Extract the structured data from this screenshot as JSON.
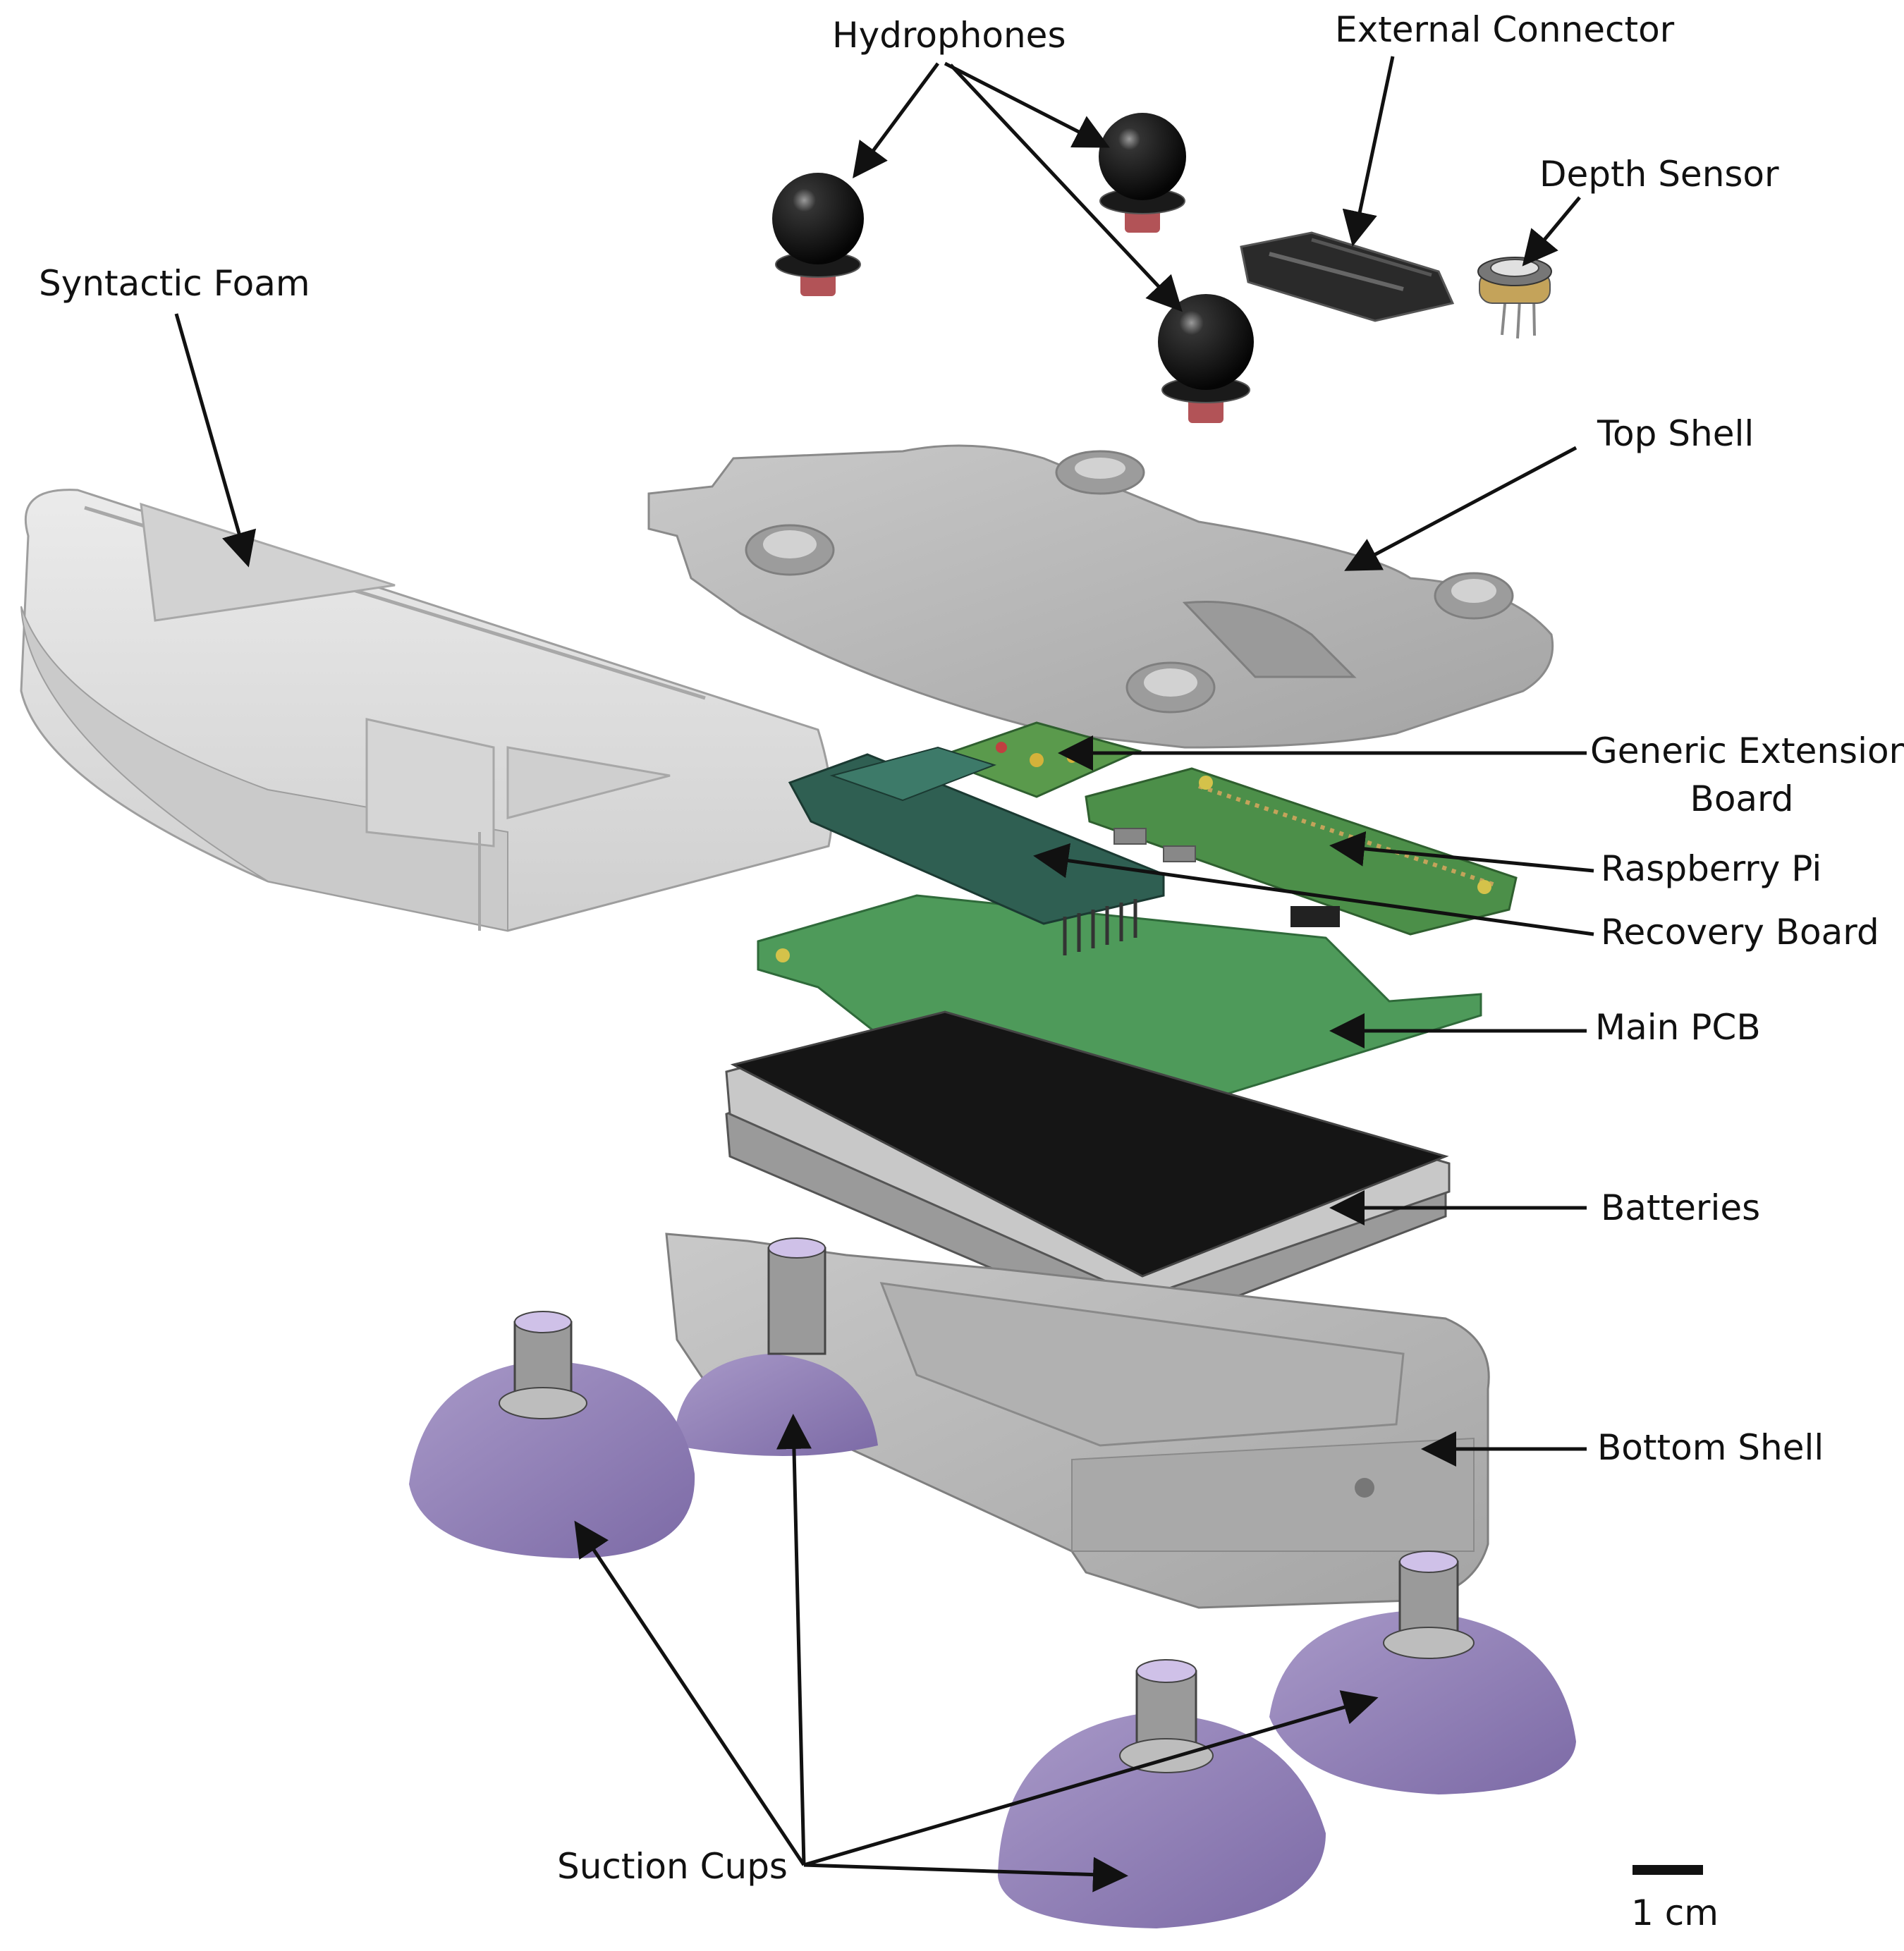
{
  "labels": {
    "hydrophones": "Hydrophones",
    "external_connector": "External Connector",
    "depth_sensor": "Depth Sensor",
    "syntactic_foam": "Syntactic Foam",
    "top_shell": "Top Shell",
    "generic_extension_line1": "Generic Extension",
    "generic_extension_line2": "Board",
    "raspberry_pi": "Raspberry Pi",
    "recovery_board": "Recovery Board",
    "main_pcb": "Main PCB",
    "batteries": "Batteries",
    "bottom_shell": "Bottom Shell",
    "suction_cups": "Suction Cups",
    "scale": "1 cm"
  },
  "colors": {
    "text": "#111111",
    "arrow": "#111111",
    "foam": "#dcdcdc",
    "shell": "#b7b7b7",
    "pcb_green": "#4e9a5a",
    "recovery_teal": "#2f5f52",
    "battery": "#151515",
    "suction_purple": "#8f7fb5",
    "hydrophone_black": "#0c0c0c",
    "hydrophone_red": "#b25357"
  }
}
